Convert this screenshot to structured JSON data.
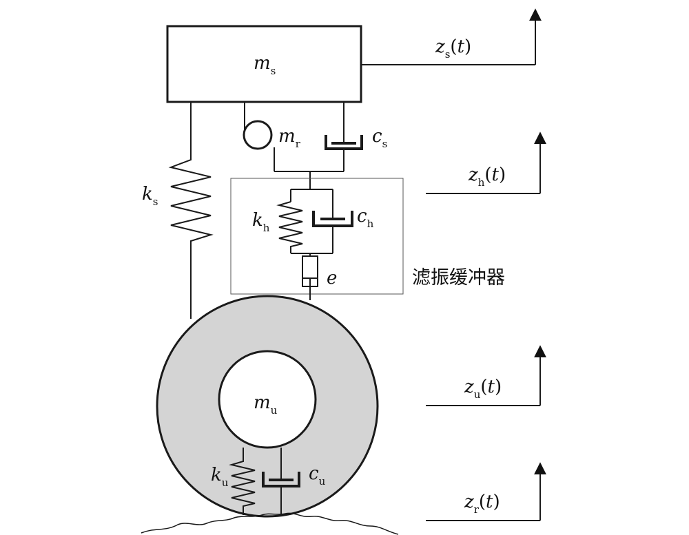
{
  "labels": {
    "sprung_mass": {
      "main": "m",
      "sub": "s"
    },
    "rotor_mass": {
      "main": "m",
      "sub": "r"
    },
    "unsprung_mass": {
      "main": "m",
      "sub": "u"
    },
    "suspension_spring": {
      "main": "k",
      "sub": "s"
    },
    "suspension_damper": {
      "main": "c",
      "sub": "s"
    },
    "buffer_spring": {
      "main": "k",
      "sub": "h"
    },
    "buffer_damper": {
      "main": "c",
      "sub": "h"
    },
    "buffer_gap": "e",
    "tire_spring": {
      "main": "k",
      "sub": "u"
    },
    "tire_damper": {
      "main": "c",
      "sub": "u"
    },
    "buffer_title": "滤振缓冲器"
  },
  "displacements": {
    "zs": {
      "main": "z",
      "sub": "s",
      "arg": "t"
    },
    "zh": {
      "main": "z",
      "sub": "h",
      "arg": "t"
    },
    "zu": {
      "main": "z",
      "sub": "u",
      "arg": "t"
    },
    "zr": {
      "main": "z",
      "sub": "r",
      "arg": "t"
    }
  },
  "colors": {
    "line": "#1a1a1a",
    "tire_fill": "#d4d4d4",
    "box_outline": "#555555"
  }
}
